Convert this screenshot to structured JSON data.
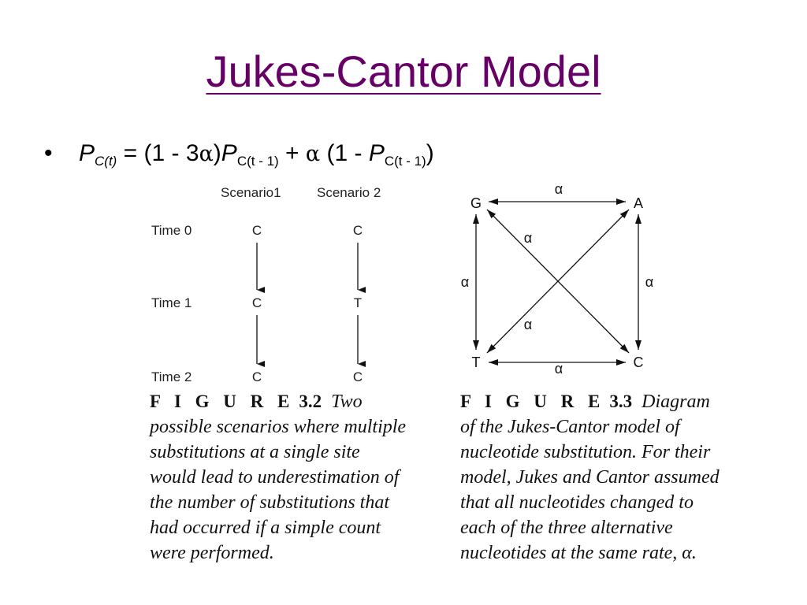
{
  "slide": {
    "title": "Jukes-Cantor Model",
    "bullet_char": "•",
    "formula": {
      "p1": "P",
      "sub1": "C(t)",
      "eq": " = (1 - 3",
      "alpha1": "α",
      "close1": ")",
      "p2": "P",
      "sub2": "C(t - 1)",
      "plus": " + ",
      "alpha2": "α",
      "open2": " (1 - ",
      "p3": "P",
      "sub3": "C(t - 1)",
      "close2": ")"
    }
  },
  "fig32": {
    "headers": [
      "Scenario1",
      "Scenario 2"
    ],
    "times": [
      "Time 0",
      "Time 1",
      "Time 2"
    ],
    "scenario1": [
      "C",
      "C",
      "C"
    ],
    "scenario2": [
      "C",
      "T",
      "C"
    ],
    "caption_label": "F I G U R E",
    "caption_number": "3.2",
    "caption_text": "Two possible scenarios where multiple substitutions at a single site would lead to underestimation of the number of substitutions that had occurred if a simple count were performed."
  },
  "fig33": {
    "nodes": {
      "top_left": "G",
      "top_right": "A",
      "bottom_left": "T",
      "bottom_right": "C"
    },
    "rate_label": "α",
    "caption_label": "F I G U R E",
    "caption_number": "3.3",
    "caption_text": "Diagram of the Jukes-Cantor model of nucleotide substitution. For their model, Jukes and Cantor assumed that all nucleotides changed to each of the three alternative nucleotides at the same rate, α."
  },
  "colors": {
    "title": "#660066",
    "text": "#000000",
    "background": "#ffffff"
  }
}
